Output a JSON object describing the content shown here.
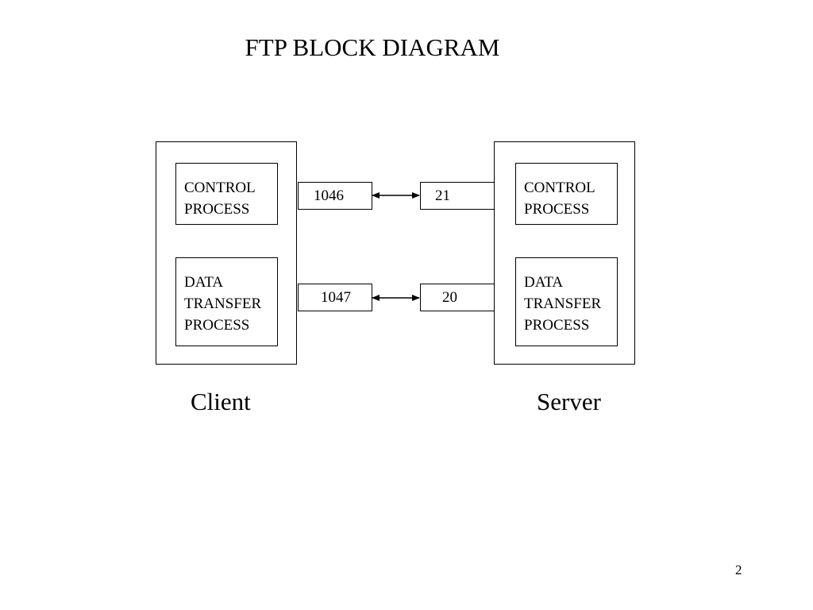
{
  "title": "FTP BLOCK DIAGRAM",
  "client": {
    "label": "Client",
    "control_process": {
      "line1": "CONTROL",
      "line2": "PROCESS"
    },
    "data_transfer_process": {
      "line1": "DATA",
      "line2": "TRANSFER",
      "line3": "PROCESS"
    },
    "control_port": "1046",
    "data_port": "1047"
  },
  "server": {
    "label": "Server",
    "control_process": {
      "line1": "CONTROL",
      "line2": "PROCESS"
    },
    "data_transfer_process": {
      "line1": "DATA",
      "line2": "TRANSFER",
      "line3": "PROCESS"
    },
    "control_port": "21",
    "data_port": "20"
  },
  "connections": [
    {
      "from": "client.control_port",
      "to": "server.control_port",
      "direction": "bidirectional"
    },
    {
      "from": "client.data_port",
      "to": "server.data_port",
      "direction": "bidirectional"
    }
  ],
  "page_number": "2"
}
